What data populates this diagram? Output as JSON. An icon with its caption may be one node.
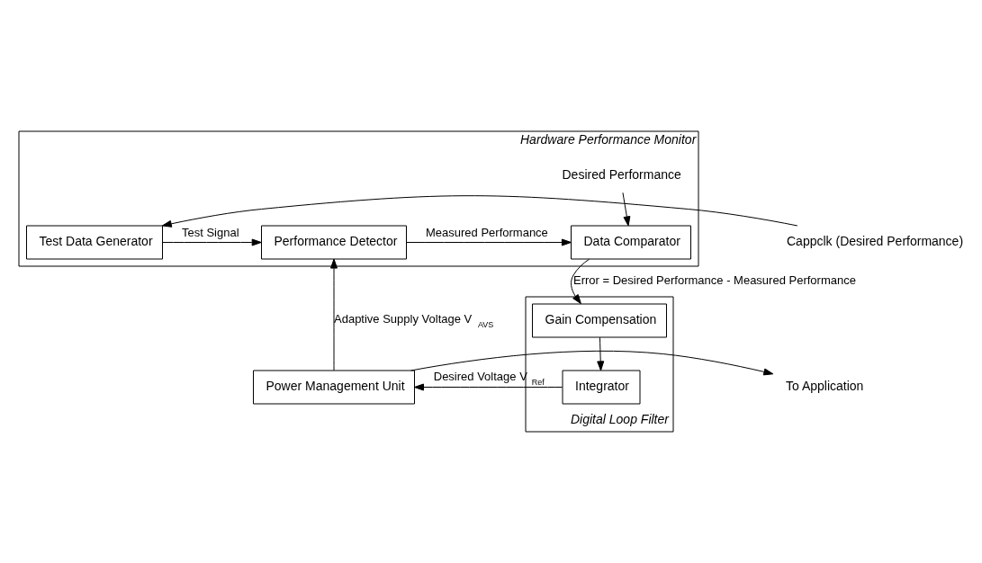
{
  "diagram": {
    "nodes": [
      {
        "text": [
          "Hardware Performance Monitor"
        ]
      },
      {
        "text": [
          "Test Data Generator"
        ],
        "in": 0
      },
      {
        "text": [
          "Performance Detector"
        ],
        "in": 0
      },
      {
        "text": [
          "Data Comparator"
        ],
        "in": 0
      },
      {
        "text": [
          "Desired Performance"
        ],
        "in": 0
      },
      {
        "text": [
          "Cappclk (Desired Performance)"
        ]
      },
      {
        "text": [
          "Digital Loop Filter"
        ]
      },
      {
        "text": [
          "Gain Compensation"
        ],
        "in": 6
      },
      {
        "text": [
          "Integrator"
        ],
        "in": 6
      },
      {
        "text": [
          "Power Management Unit"
        ]
      },
      {
        "text": [
          "To Application"
        ]
      }
    ],
    "edges": [
      {
        "from": 5,
        "to": 1,
        "arrow": "to"
      },
      {
        "from": 1,
        "to": 2,
        "arrow": "to",
        "label": "Test Signal"
      },
      {
        "from": 2,
        "to": 3,
        "arrow": "to",
        "label": "Measured Performance"
      },
      {
        "from": 4,
        "to": 3,
        "arrow": "to"
      },
      {
        "from": 3,
        "to": 7,
        "arrow": "to",
        "label": "Error = Desired Performance - Measured Performance"
      },
      {
        "from": 7,
        "to": 8,
        "arrow": "to"
      },
      {
        "from": 8,
        "to": 9,
        "arrow": "to",
        "label": "Desired Voltage V$_{Ref}$"
      },
      {
        "from": 9,
        "to": 2,
        "arrow": "to",
        "label": "Adaptive Supply Voltage V$_{AVS}$"
      },
      {
        "from": 9,
        "to": 10,
        "arrow": "to"
      }
    ]
  }
}
